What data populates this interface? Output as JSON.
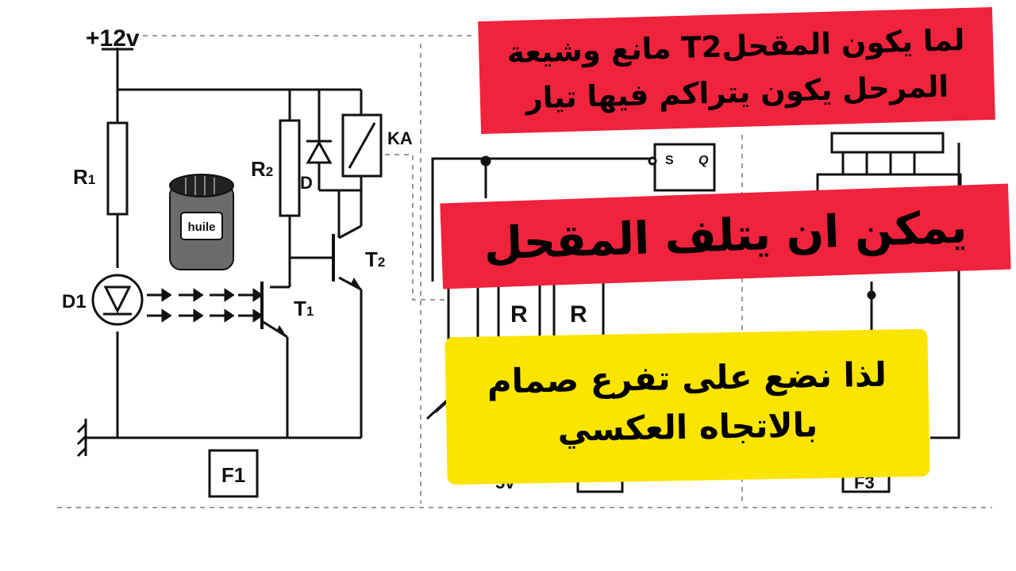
{
  "diagram": {
    "supply_label": "+12v",
    "labels": {
      "r1": "R",
      "r1_sub": "1",
      "r2": "R",
      "r2_sub": "2",
      "d": "D",
      "ka": "KA",
      "d1": "D1",
      "t1": "T",
      "t1_sub": "1",
      "t2": "T",
      "t2_sub": "2",
      "huile": "huile",
      "f1": "F1",
      "f3": "F3",
      "s": "S",
      "q": "Q",
      "r_a": "R",
      "r_b": "R",
      "v_partial": "5v"
    }
  },
  "overlays": {
    "top_line1": "لما يكون المقحلT2 مانع وشيعة",
    "top_line2": "المرحل يكون يتراكم فيها تيار",
    "middle": "يمكن ان يتلف المقحل",
    "bottom_line1": "لذا نضع على تفرع صمام",
    "bottom_line2": "بالاتجاه العكسي"
  },
  "colors": {
    "banner_red": "#f0233d",
    "banner_yellow": "#fbe400",
    "oil_can": "#6b6b6b"
  }
}
